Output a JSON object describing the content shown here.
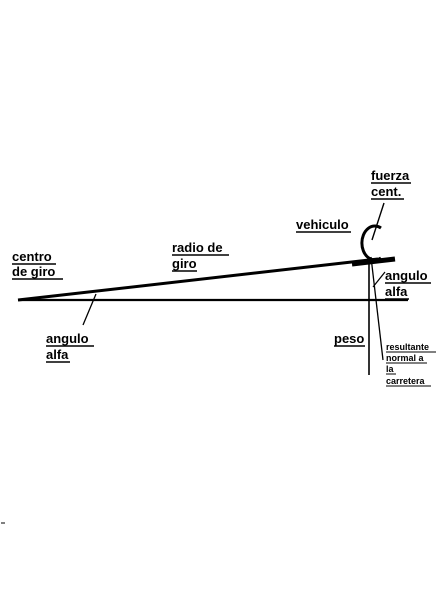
{
  "labels": {
    "centro_de_giro": [
      "centro",
      "de giro"
    ],
    "radio_de_giro": [
      "radio de",
      "giro"
    ],
    "angulo_alfa_left": [
      "angulo",
      "alfa"
    ],
    "vehiculo": "vehiculo",
    "fuerza_cent": [
      "fuerza",
      "cent."
    ],
    "angulo_alfa_right": [
      "angulo",
      "alfa"
    ],
    "peso": "peso",
    "resultante": [
      "resultante",
      "normal a",
      "la",
      "carretera"
    ]
  },
  "colors": {
    "line": "#000000",
    "background": "#ffffff"
  }
}
